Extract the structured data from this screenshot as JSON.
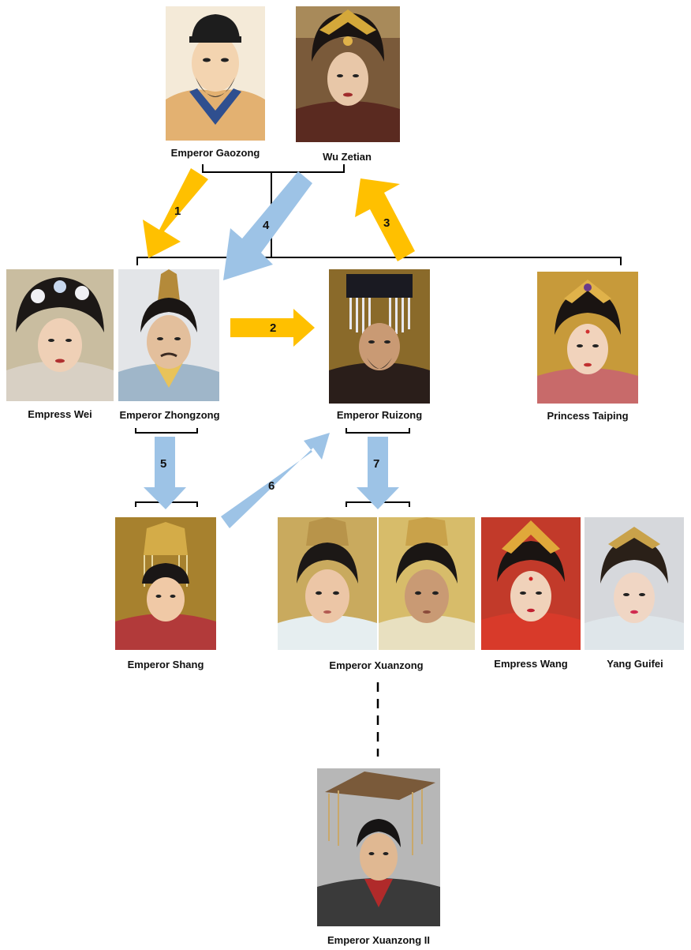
{
  "colors": {
    "gold_arrow": "#FFC000",
    "blue_arrow": "#9DC3E6",
    "line": "#000000"
  },
  "people": {
    "gaozong": "Emperor Gaozong",
    "wu_zetian": "Wu Zetian",
    "empress_wei": "Empress Wei",
    "zhongzong": "Emperor Zhongzong",
    "ruizong": "Emperor Ruizong",
    "taiping": "Princess Taiping",
    "shang": "Emperor Shang",
    "xuanzong": "Emperor Xuanzong",
    "empress_wang": "Empress Wang",
    "yang_guifei": "Yang Guifei",
    "xuanzong_ii": "Emperor Xuanzong II"
  },
  "arrows": [
    "1",
    "2",
    "3",
    "4",
    "5",
    "6",
    "7"
  ]
}
